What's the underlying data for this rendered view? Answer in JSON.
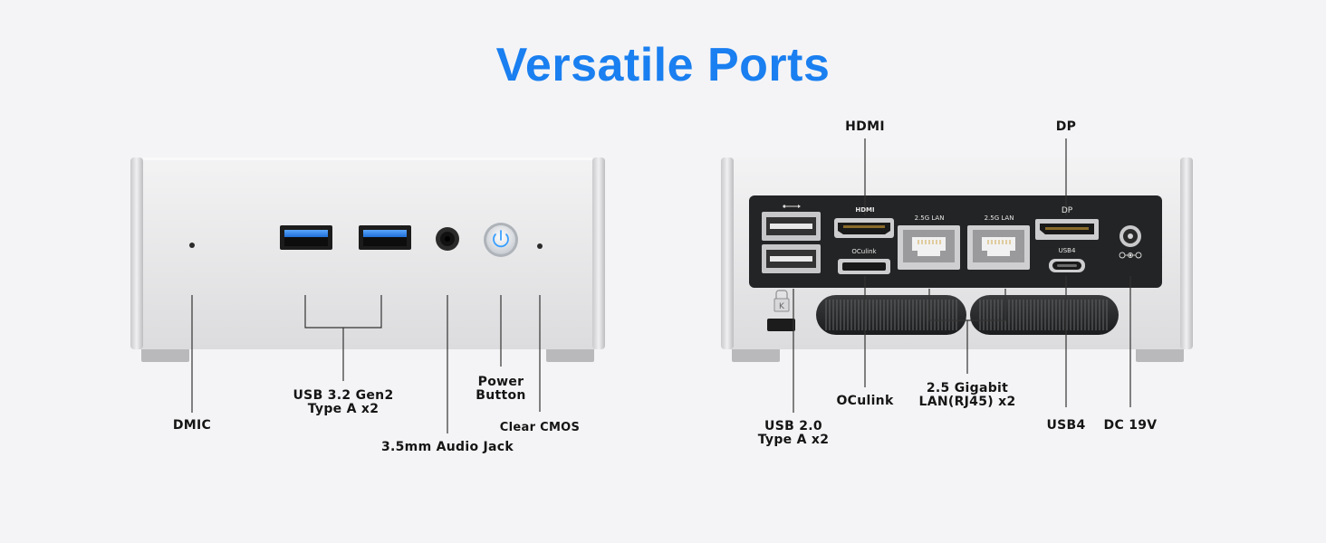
{
  "title": "Versatile Ports",
  "front": {
    "labels": {
      "dmic": "DMIC",
      "usb32": "USB 3.2 Gen2\nType A x2",
      "audio": "3.5mm Audio Jack",
      "power": "Power\nButton",
      "cmos": "Clear CMOS"
    }
  },
  "rear": {
    "labels": {
      "hdmi": "HDMI",
      "dp": "DP",
      "oculink": "OCulink",
      "lan": "2.5 Gigabit\nLAN(RJ45) x2",
      "usb4": "USB4",
      "dc": "DC 19V",
      "usb20": "USB 2.0\nType A x2"
    },
    "panel_text": {
      "hdmi_mark": "HDMI",
      "oculink_mark": "OCulink",
      "lan1_mark": "2.5G LAN",
      "lan2_mark": "2.5G LAN",
      "dp_mark": "DP",
      "usb4_mark": "USB4"
    }
  },
  "colors": {
    "title": "#1a7ff0",
    "usb_blue": "#2f7fe0",
    "chassis": "#e6e6e8",
    "panel": "#232425"
  }
}
